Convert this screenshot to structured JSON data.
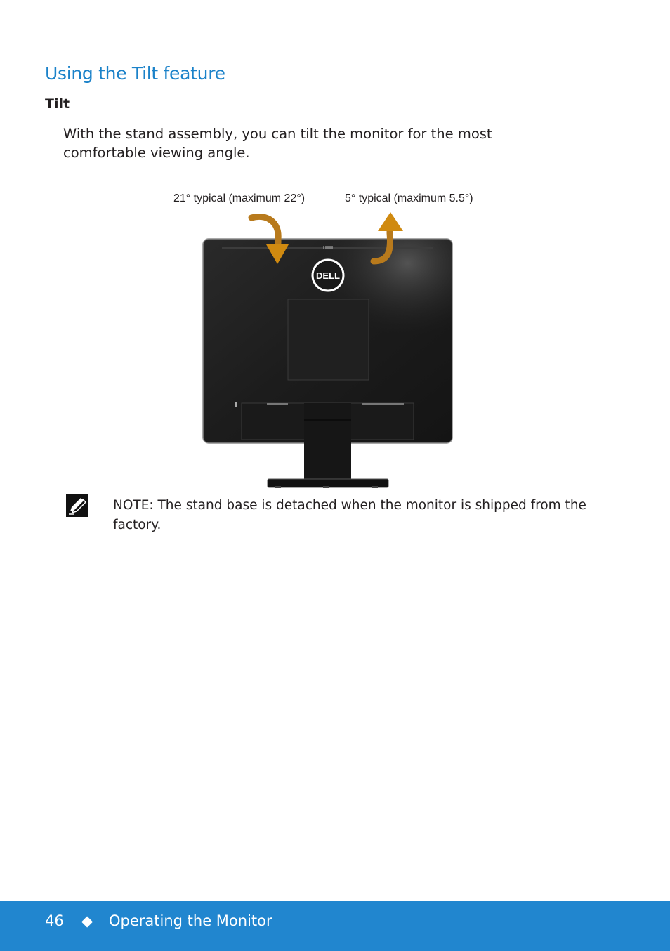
{
  "heading": "Using the Tilt feature",
  "subheading": "Tilt",
  "paragraph": "With the stand assembly, you can tilt the monitor for the most comfortable viewing angle.",
  "figure": {
    "label_left": "21° typical (maximum 22°)",
    "label_right": "5° typical (maximum 5.5°)",
    "logo_text": "DELL",
    "arrow_color": "#d08a10"
  },
  "note": {
    "label": "NOTE:",
    "text": " The stand base is detached when the monitor is shipped from the factory."
  },
  "footer": {
    "page_number": "46",
    "separator": "◆",
    "section": "Operating the Monitor",
    "background": "#2186cf"
  }
}
